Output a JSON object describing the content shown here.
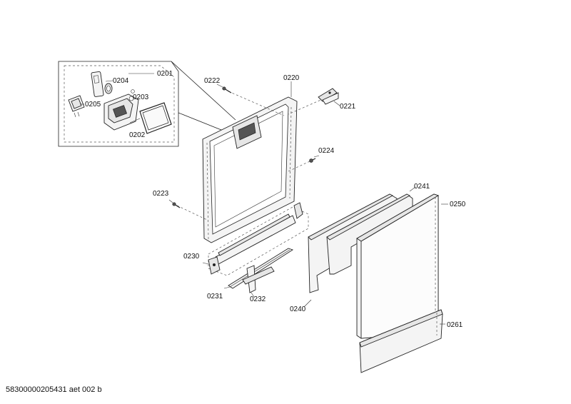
{
  "labels": {
    "p0201": "0201",
    "p0202": "0202",
    "p0203": "0203",
    "p0204": "0204",
    "p0205": "0205",
    "p0220": "0220",
    "p0221": "0221",
    "p0222": "0222",
    "p0223": "0223",
    "p0224": "0224",
    "p0230": "0230",
    "p0231": "0231",
    "p0232": "0232",
    "p0240": "0240",
    "p0241": "0241",
    "p0250": "0250",
    "p0261": "0261"
  },
  "footer": {
    "document_id": "58300000205431 aet 002 b"
  }
}
